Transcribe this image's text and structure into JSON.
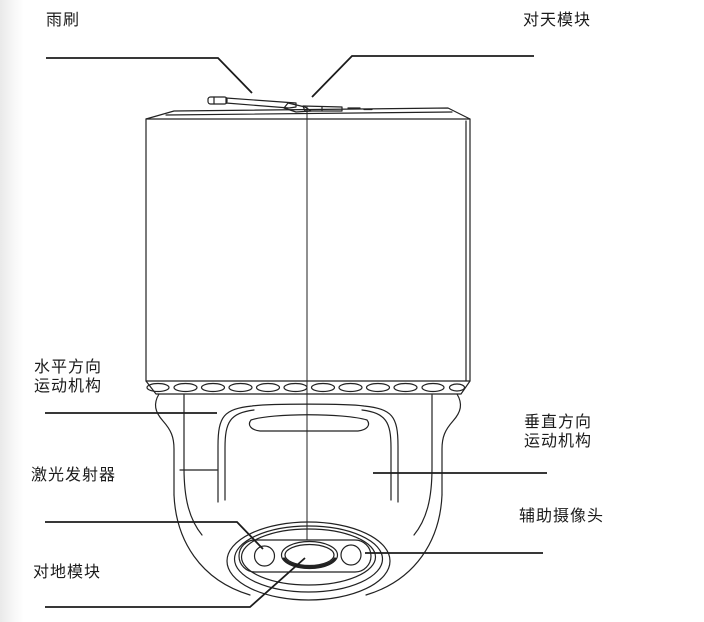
{
  "figure": {
    "type": "patent-style line drawing",
    "subject": "PTZ surveillance camera unit, front elevation with bottom dome",
    "background_color": "#ffffff",
    "line_color": "#222222",
    "leader_color": "#1c1c1c",
    "text_color": "#1b1b1b"
  },
  "callouts": {
    "wiper": {
      "text": "雨刷"
    },
    "sky_module": {
      "text": "对天模块"
    },
    "horizontal_mechanism": {
      "line1": "水平方向",
      "line2": "运动机构"
    },
    "laser_emitter": {
      "text": "激光发射器"
    },
    "ground_module": {
      "text": "对地模块"
    },
    "vertical_mechanism": {
      "line1": "垂直方向",
      "line2": "运动机构"
    },
    "auxiliary_camera": {
      "text": "辅助摄像头"
    }
  }
}
